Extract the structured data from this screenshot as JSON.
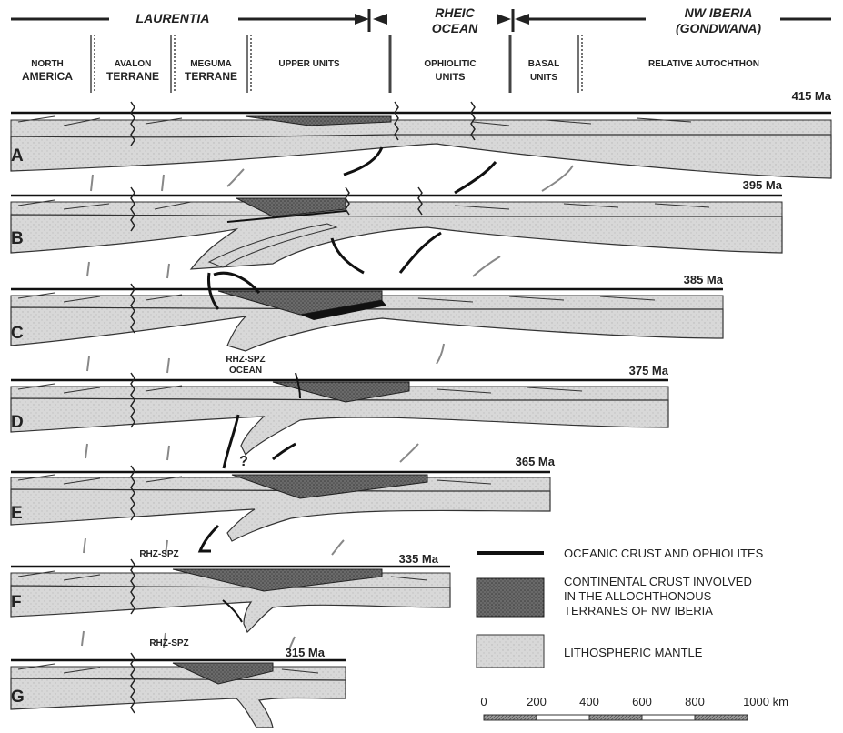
{
  "header": {
    "laurentia": "LAURENTIA",
    "rheic_line1": "RHEIC",
    "rheic_line2": "OCEAN",
    "nw_iberia_line1": "NW IBERIA",
    "nw_iberia_line2": "(GONDWANA)",
    "columns": [
      {
        "line1": "NORTH",
        "line2": "AMERICA"
      },
      {
        "line1": "AVALON",
        "line2": "TERRANE"
      },
      {
        "line1": "MEGUMA",
        "line2": "TERRANE"
      },
      {
        "line1": "UPPER UNITS",
        "line2": ""
      },
      {
        "line1": "OPHIOLITIC",
        "line2": "UNITS"
      },
      {
        "line1": "BASAL",
        "line2": "UNITS"
      },
      {
        "line1": "RELATIVE AUTOCHTHON",
        "line2": ""
      }
    ]
  },
  "stages": [
    {
      "letter": "A",
      "age": "415 Ma"
    },
    {
      "letter": "B",
      "age": "395 Ma"
    },
    {
      "letter": "C",
      "age": "385 Ma"
    },
    {
      "letter": "D",
      "age": "375 Ma"
    },
    {
      "letter": "E",
      "age": "365 Ma"
    },
    {
      "letter": "F",
      "age": "335 Ma"
    },
    {
      "letter": "G",
      "age": "315 Ma"
    }
  ],
  "annotations": {
    "rhz_spz_ocean_line1": "RHZ-SPZ",
    "rhz_spz_ocean_line2": "OCEAN",
    "question": "?",
    "rhz_spz_f": "RHZ-SPZ",
    "rhz_spz_g": "RHZ-SPZ"
  },
  "legend": {
    "items": [
      {
        "line1": "OCEANIC CRUST AND OPHIOLITES",
        "line2": "",
        "line3": ""
      },
      {
        "line1": "CONTINENTAL CRUST INVOLVED",
        "line2": "IN THE ALLOCHTHONOUS",
        "line3": "TERRANES OF NW IBERIA"
      },
      {
        "line1": "LITHOSPHERIC MANTLE",
        "line2": "",
        "line3": ""
      }
    ],
    "colors": {
      "oceanic": "#111111",
      "continental": "#555555",
      "mantle": "#d4d4d4"
    }
  },
  "scale_bar": {
    "ticks": [
      "0",
      "200",
      "400",
      "600",
      "800",
      "1000 km"
    ]
  }
}
